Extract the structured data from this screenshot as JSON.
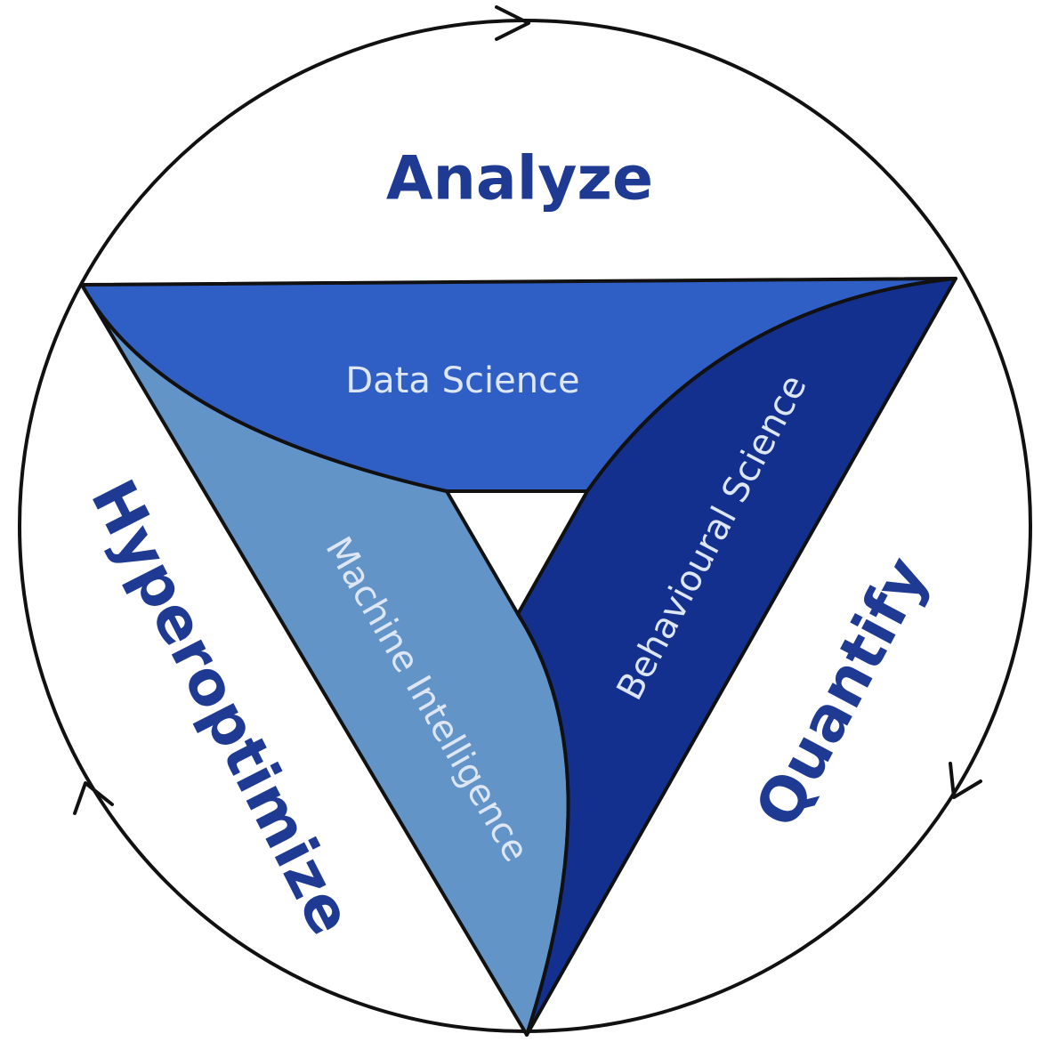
{
  "colors": {
    "outline": "#111111",
    "stage_text": "#1f3a93",
    "segment_text": "#dde6f5",
    "data_science_fill": "#2f5ec4",
    "behavioural_science_fill": "#13308e",
    "machine_intelligence_fill": "#6394c8"
  },
  "stages": {
    "analyze": "Analyze",
    "quantify": "Quantify",
    "hyperoptimize": "Hyperoptimize"
  },
  "segments": {
    "data_science": "Data Science",
    "behavioural_science": "Behavioural Science",
    "machine_intelligence": "Machine Intelligence"
  },
  "cycle_arrows": {
    "count": 3,
    "direction": "clockwise",
    "icon": "chevron-arrow-icon"
  }
}
